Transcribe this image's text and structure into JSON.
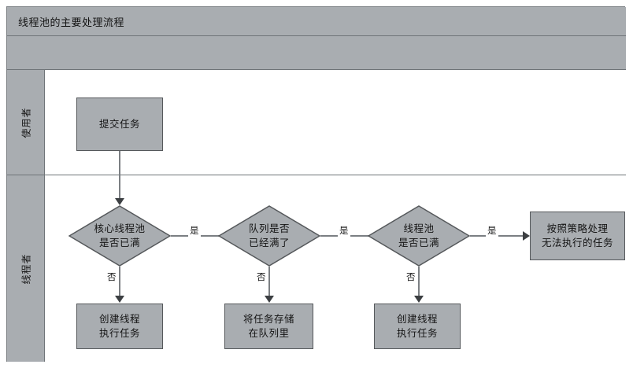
{
  "diagram": {
    "title": "线程池的主要处理流程",
    "subtitle": ""
  },
  "lanes": [
    {
      "id": "user",
      "label": "使用者"
    },
    {
      "id": "thread",
      "label": "线程者"
    }
  ],
  "nodes": {
    "submit_task": {
      "type": "process",
      "label": "提交任务"
    },
    "core_pool_full": {
      "type": "decision",
      "line1": "核心线程池",
      "line2": "是否已满"
    },
    "queue_full": {
      "type": "decision",
      "line1": "队列是否",
      "line2": "已经满了"
    },
    "pool_full": {
      "type": "decision",
      "line1": "线程池",
      "line2": "是否已满"
    },
    "reject_policy": {
      "type": "process",
      "line1": "按照策略处理",
      "line2": "无法执行的任务"
    },
    "create_thread_1": {
      "type": "process",
      "line1": "创建线程",
      "line2": "执行任务"
    },
    "store_in_queue": {
      "type": "process",
      "line1": "将任务存储",
      "line2": "在队列里"
    },
    "create_thread_2": {
      "type": "process",
      "line1": "创建线程",
      "line2": "执行任务"
    }
  },
  "edges": {
    "yes_1": "是",
    "yes_2": "是",
    "yes_3": "是",
    "no_1": "否",
    "no_2": "否",
    "no_3": "否"
  },
  "colors": {
    "node_fill": "#a9adb1",
    "node_stroke": "#55585b",
    "connector": "#7b7f83",
    "arrowhead": "#3c3f42",
    "frame": "#7b7f83",
    "text": "#141414",
    "canvas": "#ffffff"
  }
}
